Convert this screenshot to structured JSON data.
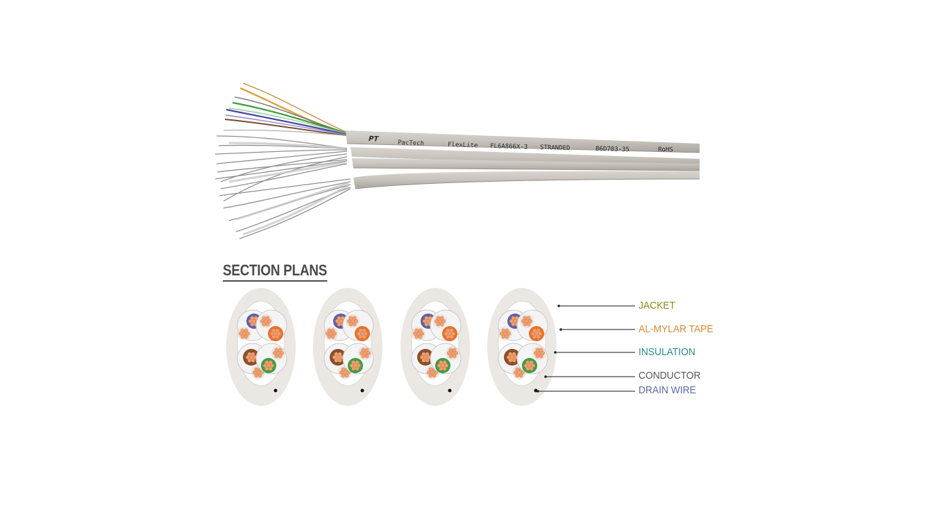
{
  "cable_print": {
    "logo": "PT",
    "brand": "PacTech",
    "product": "FlexLite",
    "model": "FL6A866X-3",
    "type": "STRANDED",
    "lot": "B6D703-35",
    "compliance": "RoHS"
  },
  "section_title": "SECTION PLANS",
  "legend": [
    {
      "label": "JACKET",
      "color": "#8a8a1c"
    },
    {
      "label": "AL-MYLAR TAPE",
      "color": "#d98a3a"
    },
    {
      "label": "INSULATION",
      "color": "#2a8a8a"
    },
    {
      "label": "CONDUCTOR",
      "color": "#555555"
    },
    {
      "label": "DRAIN WIRE",
      "color": "#5a6aa8"
    }
  ],
  "colors": {
    "jacket": "#ebe7e2",
    "tape": "#ffffff",
    "blue": "#5c5fa8",
    "orange": "#e8722c",
    "brown": "#8a4f2a",
    "green": "#3e9e45",
    "copper": "#f0a070",
    "pale_insulation": "#e6d8d0"
  }
}
